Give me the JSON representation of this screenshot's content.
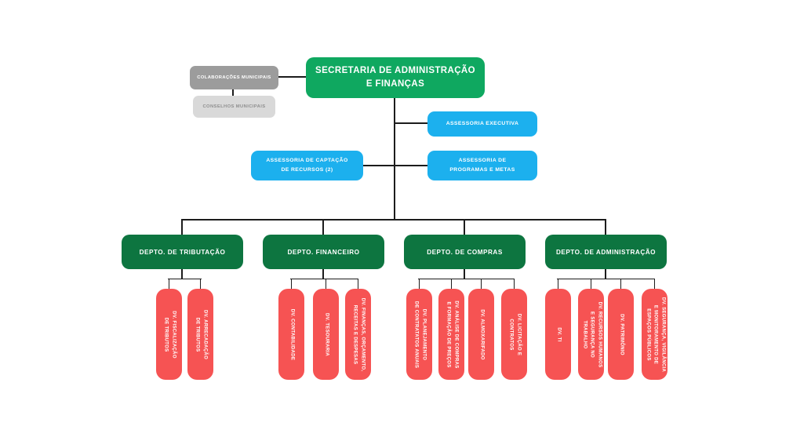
{
  "palette": {
    "green": "#0FA860",
    "green_dark": "#0D7540",
    "blue": "#1CB0EE",
    "red": "#F65353",
    "gray_dark": "#9C9C9C",
    "gray_light": "#D9D9D9",
    "gray_text": "#8F8F8F",
    "line": "#1C1C1C"
  },
  "root": {
    "label": "SECRETARIA DE ADMINISTRAÇÃO\nE FINANÇAS"
  },
  "municipal": {
    "colaboracoes": "COLABORAÇÕES MUNICIPAIS",
    "conselhos": "CONSELHOS MUNICIPAIS"
  },
  "assessorias": [
    {
      "label": "ASSESSORIA EXECUTIVA"
    },
    {
      "label": "ASSESSORIA DE CAPTAÇÃO\nDE RECURSOS (2)"
    },
    {
      "label": "ASSESSORIA DE\nPROGRAMAS E METAS"
    }
  ],
  "departments": [
    {
      "label": "DEPTO. DE TRIBUTAÇÃO",
      "divisions": [
        "DV. FISCALIZAÇÃO\nDE TRIBUTOS",
        "DV. ARRECADAÇÃO\nDE TRIBUTOS"
      ]
    },
    {
      "label": "DEPTO. FINANCEIRO",
      "divisions": [
        "DV. CONTABILIDADE",
        "DV. TESOURARIA",
        "DV. FINANÇAS, ORÇAMENTO,\nRECEITAS E DESPESAS"
      ]
    },
    {
      "label": "DEPTO. DE COMPRAS",
      "divisions": [
        "DV. PLANEJAMENTO\nDE CONTRATATOS ANUAIS",
        "DV. ANÁLISE DE COMPRAS\nE FORMAÇÃO DE PREÇOS",
        "DV. ALMOXARIFADO",
        "DV. LICITAÇÃO E\nCONTRATOS"
      ]
    },
    {
      "label": "DEPTO. DE ADMINISTRAÇÃO",
      "divisions": [
        "DV. TI",
        "DV. RECURSOS HUMANOS\nE SEGURANÇA NO\nTRABALHO",
        "DV. PATRIMÔNIO",
        "DV. SEGURANÇA, VIGILÂNCIA\nE MONITORAMENTO DE\nESPAÇOS PÚBLICOS"
      ]
    }
  ]
}
